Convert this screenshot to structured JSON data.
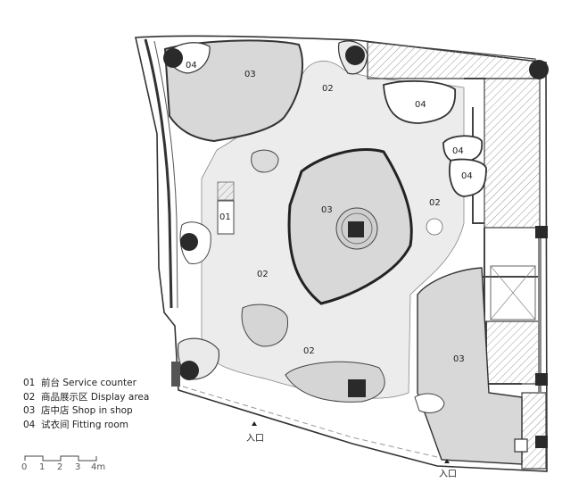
{
  "zones": {
    "fitting_room": "04",
    "shop_in_shop": "03",
    "display_area": "02",
    "service_counter": "01"
  },
  "entrance_label": "入口",
  "legend": [
    {
      "num": "01",
      "text": "前台 Service counter"
    },
    {
      "num": "02",
      "text": "商品展示区 Display area"
    },
    {
      "num": "03",
      "text": "店中店 Shop in shop"
    },
    {
      "num": "04",
      "text": "试衣间 Fitting room"
    }
  ],
  "scale": {
    "ticks": [
      "0",
      "1",
      "2",
      "3",
      "4m"
    ]
  },
  "colors": {
    "floor": "#ececec",
    "shop_fill": "#d8d8d8",
    "column": "#2a2a2a",
    "wall": "#444444"
  }
}
